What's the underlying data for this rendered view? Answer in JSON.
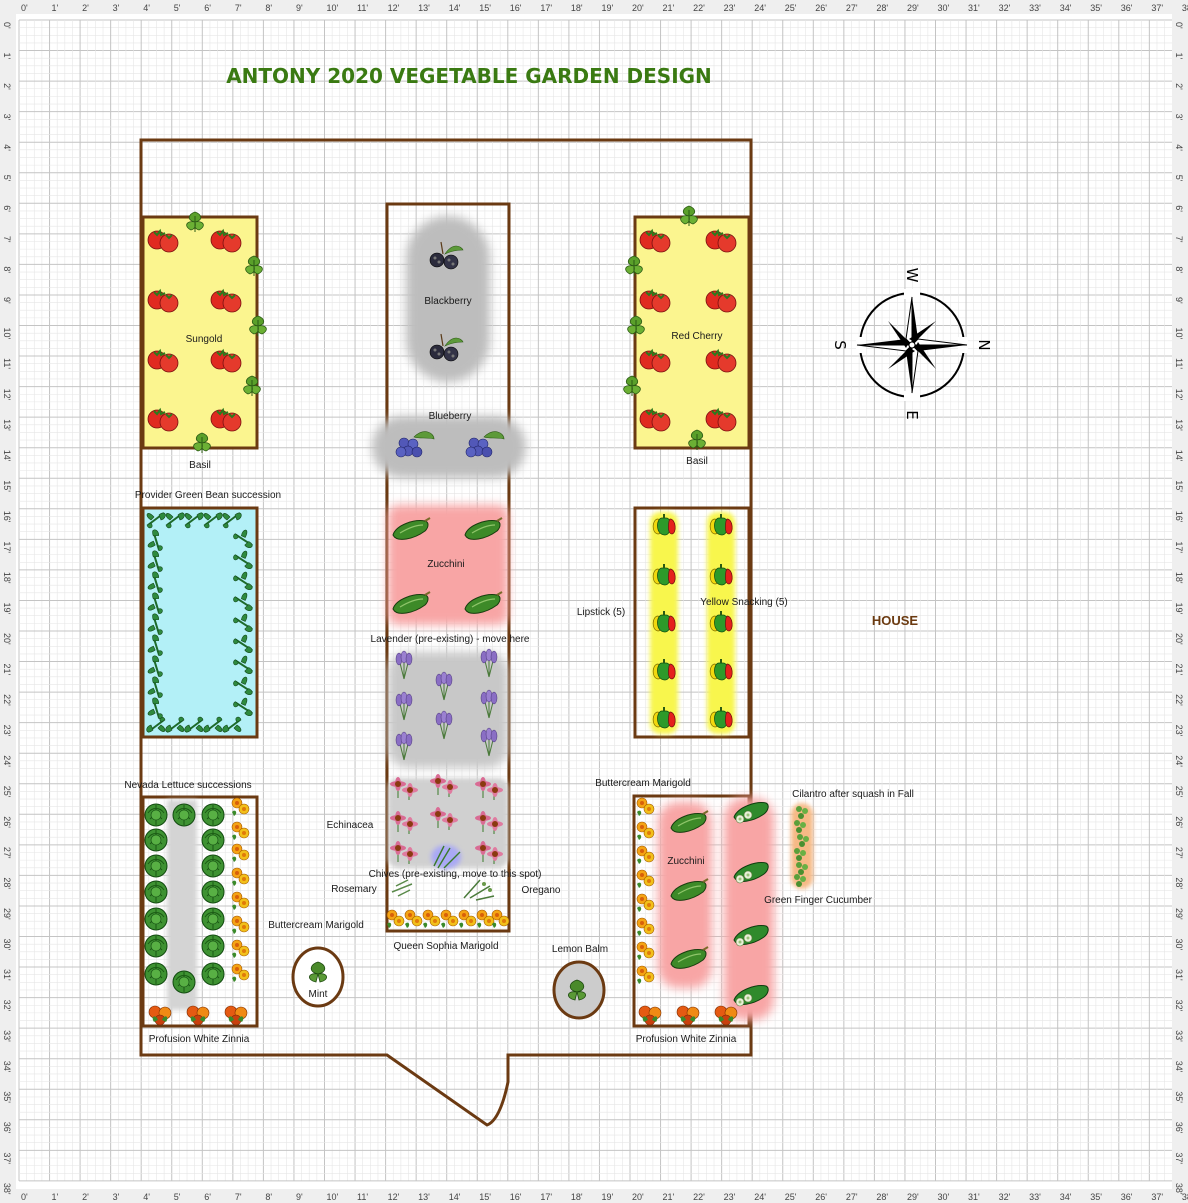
{
  "title": "ANTONY 2020 VEGETABLE GARDEN DESIGN",
  "house_label": "HOUSE",
  "compass": {
    "north": "N",
    "south": "S",
    "east": "E",
    "west": "W"
  },
  "ruler_labels": [
    "0'",
    "1'",
    "2'",
    "3'",
    "4'",
    "5'",
    "6'",
    "7'",
    "8'",
    "9'",
    "10'",
    "11'",
    "12'",
    "13'",
    "14'",
    "15'",
    "16'",
    "17'",
    "18'",
    "19'",
    "20'",
    "21'",
    "22'",
    "23'",
    "24'",
    "25'",
    "26'",
    "27'",
    "28'",
    "29'",
    "30'",
    "31'",
    "32'",
    "33'",
    "34'",
    "35'",
    "36'",
    "37'",
    "38'"
  ],
  "labels": {
    "blackberry": "Blackberry",
    "blueberry": "Blueberry",
    "sungold": "Sungold",
    "red_cherry": "Red Cherry",
    "basil_left": "Basil",
    "basil_right": "Basil",
    "green_bean": "Provider Green Bean succession",
    "zucchini_center": "Zucchini",
    "lipstick": "Lipstick (5)",
    "yellow_snacking": "Yellow Snacking (5)",
    "lavender": "Lavender (pre-existing) - move here",
    "nevada_lettuce": "Nevada Lettuce successions",
    "buttercream_right": "Buttercream Marigold",
    "cilantro": "Cilantro after squash in Fall",
    "echinacea": "Echinacea",
    "chives": "Chives (pre-existing, move to this spot)",
    "rosemary": "Rosemary",
    "oregano": "Oregano",
    "zucchini_right": "Zucchini",
    "green_finger": "Green Finger Cucumber",
    "buttercream_left": "Buttercream Marigold",
    "queen_sophia": "Queen Sophia Marigold",
    "lemon_balm": "Lemon Balm",
    "mint": "Mint",
    "zinnia_left": "Profusion White Zinnia",
    "zinnia_right": "Profusion White Zinnia"
  },
  "colors": {
    "grid": "#d6d6d6",
    "bed_border": "#6b3a12",
    "tomato_zone": "#fbf58f",
    "bean_zone": "#b3f0f7",
    "squash_zone": "#f8a5a5",
    "berry_zone": "#c9c9c9",
    "title": "#3a7a12",
    "house": "#6b3a10"
  }
}
